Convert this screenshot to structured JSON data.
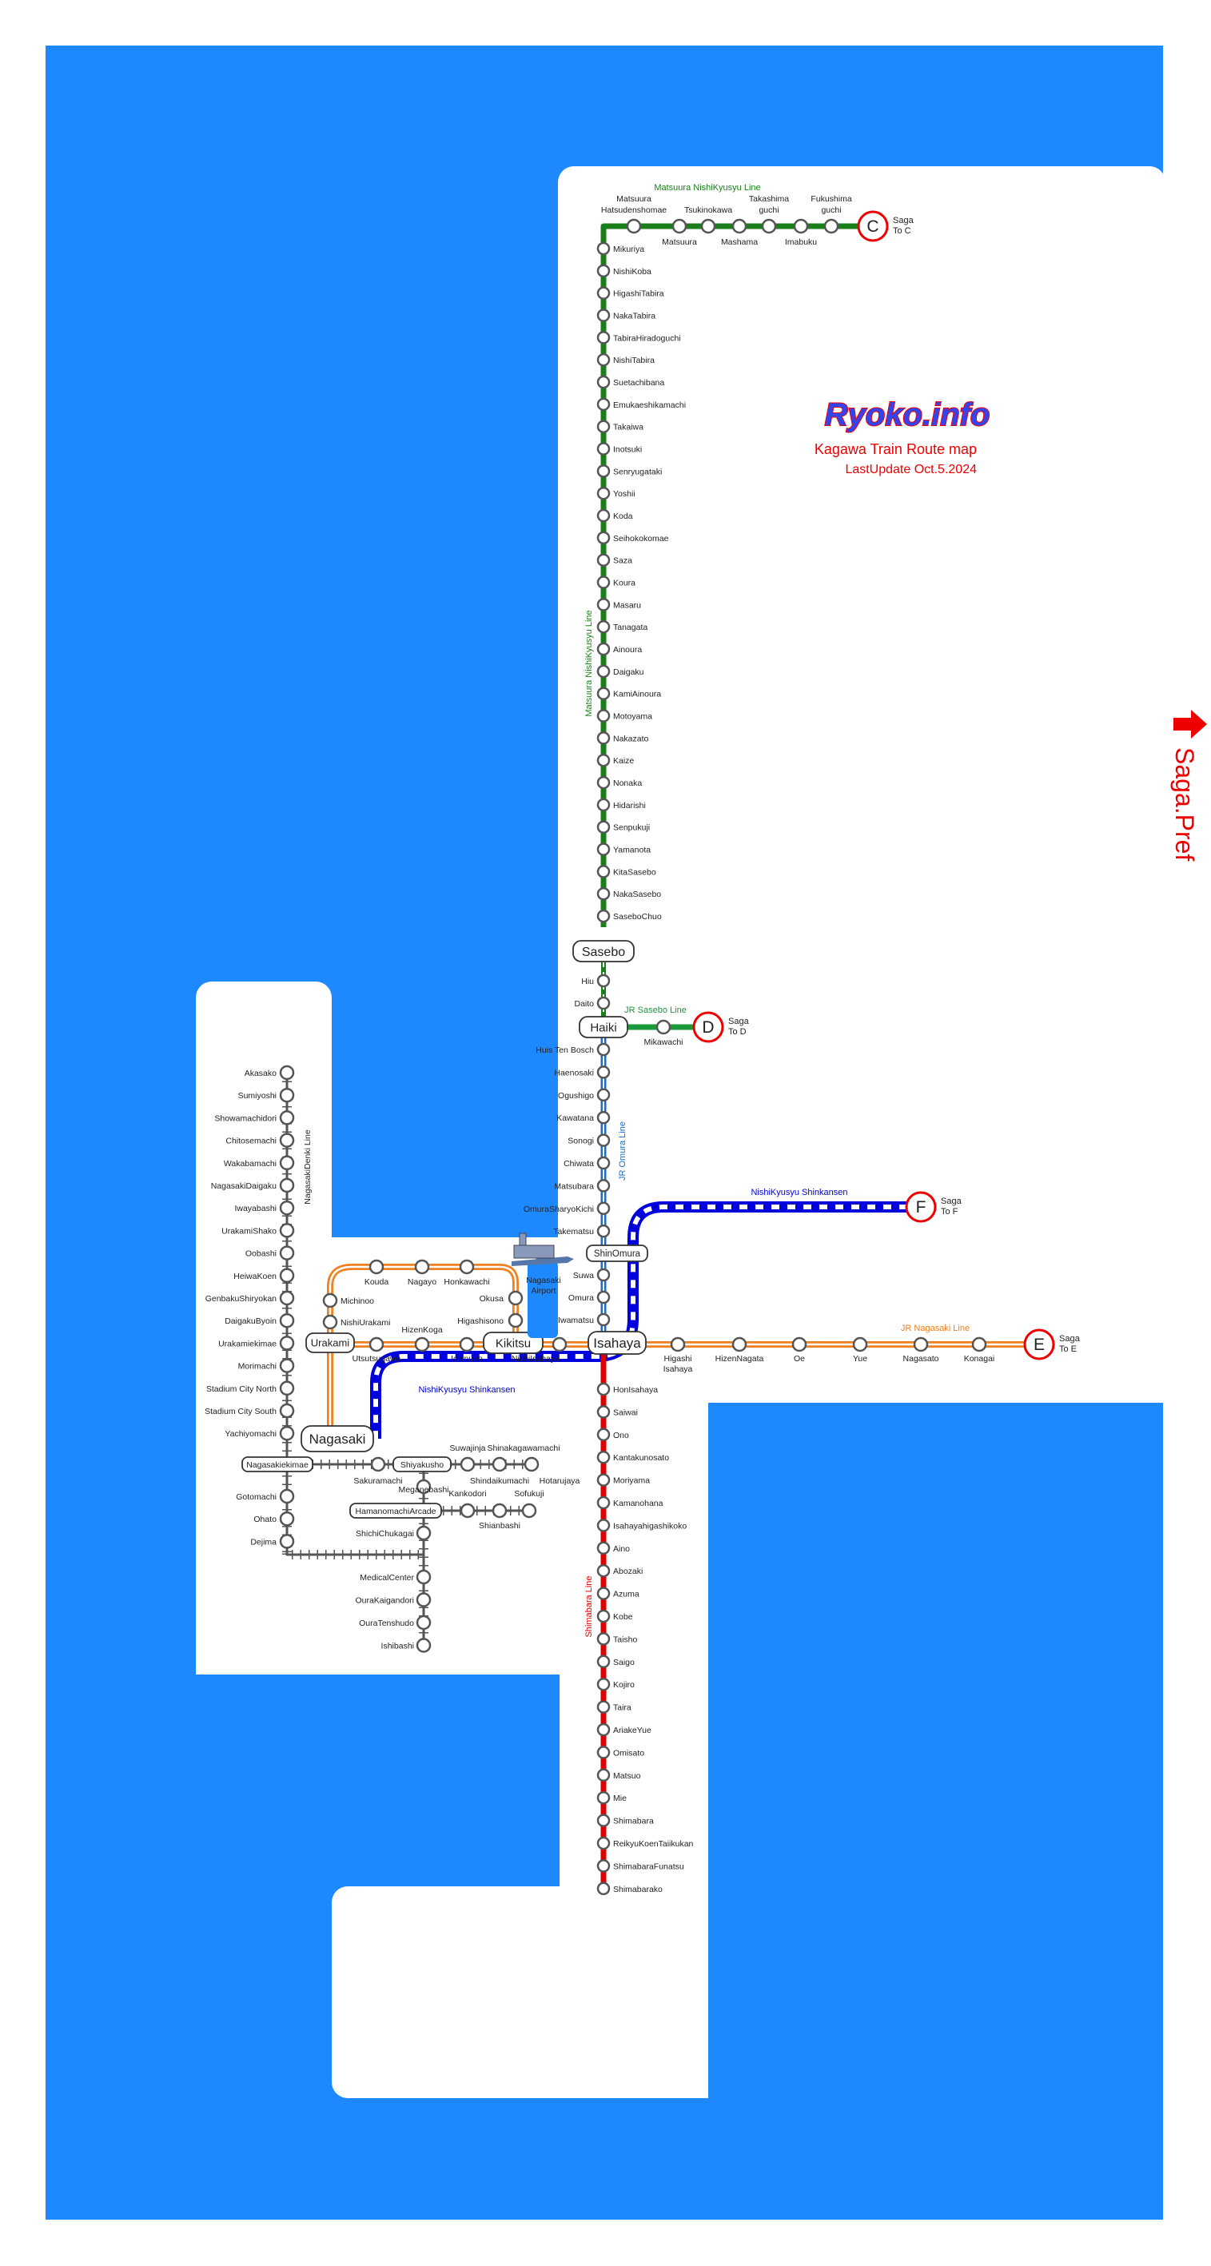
{
  "brand": {
    "logo": "Ryoko.info",
    "title": "Kagawa Train Route map",
    "updated": "LastUpdate Oct.5.2024"
  },
  "colors": {
    "sea": "#1e88ff",
    "land": "#ffffff",
    "matsuura": "#1a7f1a",
    "jr_sasebo": "#1a9a3a",
    "jr_omura": "#1e6fc0",
    "shinkansen": "#0000dd",
    "jr_nagasaki": "#f08020",
    "shimabara": "#dd0000",
    "tram": "#555555",
    "accent_red": "#ee0000"
  },
  "side_label": "Saga.Pref",
  "line_labels": {
    "matsuura_top": "Matsuura NishiKyusyu Line",
    "matsuura_vertical": "Matsuura NishiKyusyu Line",
    "jr_sasebo": "JR Sasebo Line",
    "jr_omura": "JR Omura Line",
    "shinkansen_east": "NishiKyusyu Shinkansen",
    "shinkansen_west": "NishiKyusyu Shinkansen",
    "jr_nagasaki": "JR Nagasaki Line",
    "shimabara": "Shimabara Line",
    "tram": "NagasakiDenki Line"
  },
  "connectors": [
    {
      "id": "C",
      "text": "Saga\nTo C"
    },
    {
      "id": "D",
      "text": "Saga\nTo D"
    },
    {
      "id": "F",
      "text": "Saga\nTo F"
    },
    {
      "id": "E",
      "text": "Saga\nTo E"
    }
  ],
  "airport": {
    "name": "Nagasaki\nAirport"
  },
  "major_stations": [
    "Sasebo",
    "Haiki",
    "ShinOmura",
    "Isahaya",
    "Kikitsu",
    "Urakami",
    "Nagasaki",
    "Nagasakiekimae",
    "Shiyakusho",
    "HamanomachiArcade"
  ],
  "stations": {
    "matsuura_top_upper": [
      "Matsuura\nHatsudenshomae",
      "Tsukinokawa",
      "Takashima\nguchi",
      "Fukushima\nguchi"
    ],
    "matsuura_top_lower": [
      "Matsuura",
      "Mashama",
      "Imabuku"
    ],
    "matsuura_vertical": [
      "Mikuriya",
      "NishiKoba",
      "HigashiTabira",
      "NakaTabira",
      "TabiraHiradoguchi",
      "NishiTabira",
      "Suetachibana",
      "Emukaeshikamachi",
      "Takaiwa",
      "Inotsuki",
      "Senryugataki",
      "Yoshii",
      "Koda",
      "Seihokokomae",
      "Saza",
      "Koura",
      "Masaru",
      "Tanagata",
      "Ainoura",
      "Daigaku",
      "KamiAinoura",
      "Motoyama",
      "Nakazato",
      "Kaize",
      "Nonaka",
      "Hidarishi",
      "Senpukuji",
      "Yamanota",
      "KitaSasebo",
      "NakaSasebo",
      "SaseboChuo"
    ],
    "sasebo_haiki": [
      "Hiu",
      "Daito"
    ],
    "jr_sasebo": [
      "Mikawachi"
    ],
    "omura": [
      "Huis Ten Bosch",
      "Haenosaki",
      "Ogushigo",
      "Kawatana",
      "Sonogi",
      "Chiwata",
      "Matsubara",
      "OmuraSharyoKichi",
      "Takematsu"
    ],
    "omura_lower": [
      "Suwa",
      "Omura",
      "Iwamatsu"
    ],
    "nagasaki_east": [
      "Higashi\nIsahaya",
      "HizenNagata",
      "Oe",
      "Yue",
      "Nagasato",
      "Konagai"
    ],
    "nagasaki_west": [
      "Utsutsugawa",
      "HizenKoga",
      "Ichinuno",
      "NishiIsahaya"
    ],
    "nagasaki_loop": [
      "Kouda",
      "Nagayo",
      "Honkawachi",
      "Michinoo",
      "NishiUrakami",
      "Okusa",
      "Higashisono"
    ],
    "shimabara": [
      "HonIsahaya",
      "Saiwai",
      "Ono",
      "Kantakunosato",
      "Moriyama",
      "Kamanohana",
      "Isahayahigashikoko",
      "Aino",
      "Abozaki",
      "Azuma",
      "Kobe",
      "Taisho",
      "Saigo",
      "Kojiro",
      "Taira",
      "AriakeYue",
      "Omisato",
      "Matsuo",
      "Mie",
      "Shimabara",
      "ReikyuKoenTaiikukan",
      "ShimabaraFunatsu",
      "Shimabarako"
    ],
    "tram_vertical": [
      "Akasako",
      "Sumiyoshi",
      "Showamachidori",
      "Chitosemachi",
      "Wakabamachi",
      "NagasakiDaigaku",
      "Iwayabashi",
      "UrakamiShako",
      "Oobashi",
      "HeiwaKoen",
      "GenbakuShiryokan",
      "DaigakuByoin",
      "Urakamiekimae",
      "Morimachi",
      "Stadium City North",
      "Stadium City South",
      "Yachiyomachi"
    ],
    "tram_lower": [
      "Gotomachi",
      "Ohato",
      "Dejima"
    ],
    "tram_branch_upper": [
      "Suwajinja",
      "Shinakagawamachi"
    ],
    "tram_branch_lower": [
      "Sakuramachi",
      "Shindaikumachi",
      "Hotarujaya"
    ],
    "tram_hamano_upper": [
      "Kankodori",
      "Sofukuji"
    ],
    "tram_hamano_lower": [
      "Meganebashi",
      "Shianbashi"
    ],
    "tram_south": [
      "ShichiChukagai",
      "MedicalCenter",
      "OuraKaigandori",
      "OuraTenshudo",
      "Ishibashi"
    ]
  }
}
